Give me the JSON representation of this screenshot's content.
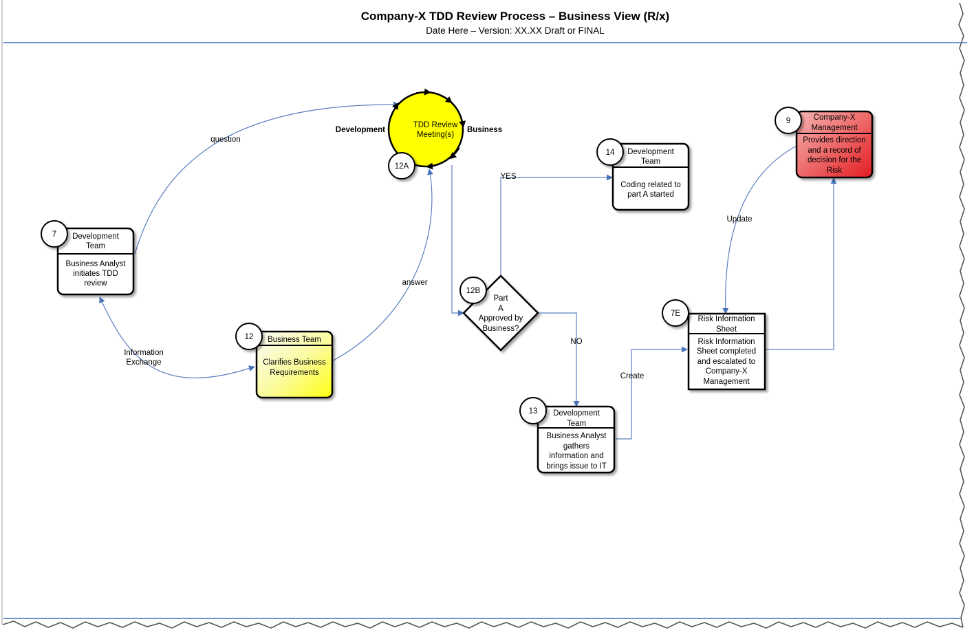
{
  "header": {
    "title": "Company-X TDD Review Process – Business View (R/x)",
    "subtitle": "Date Here – Version: XX.XX Draft or FINAL"
  },
  "meeting": {
    "number": "12A",
    "label": [
      "TDD Review",
      "Meeting(s)"
    ],
    "left_label": "Development",
    "right_label": "Business",
    "color": "#ffff00"
  },
  "nodes": {
    "n7": {
      "number": "7",
      "header": [
        "Development",
        "Team"
      ],
      "body": [
        "Business Analyst",
        "initiates TDD",
        "review"
      ]
    },
    "n12": {
      "number": "12",
      "header": [
        "Business Team"
      ],
      "body": [
        "Clarifies Business",
        "Requirements"
      ],
      "color": "#ffff44"
    },
    "n14": {
      "number": "14",
      "header": [
        "Development",
        "Team"
      ],
      "body": [
        "Coding related to",
        "part A started"
      ]
    },
    "n13": {
      "number": "13",
      "header": [
        "Development",
        "Team"
      ],
      "body": [
        "Business Analyst",
        "gathers",
        "information and",
        "brings issue to IT"
      ]
    },
    "n7E": {
      "number": "7E",
      "header": [
        "Risk Information",
        "Sheet"
      ],
      "body": [
        "Risk Information",
        "Sheet completed",
        "and escalated to",
        "Company-X",
        "Management"
      ]
    },
    "n9": {
      "number": "9",
      "header": [
        "Company-X",
        "Management"
      ],
      "body": [
        "Provides direction",
        "and a record of",
        "decision for the",
        "Risk"
      ],
      "color": "#e8262b"
    }
  },
  "decision": {
    "number": "12B",
    "label": [
      "Part",
      "A",
      "Approved by",
      "Business?"
    ]
  },
  "edges": {
    "question": "question",
    "answer": "answer",
    "info_exchange": [
      "Information",
      "Exchange"
    ],
    "yes": "YES",
    "no": "NO",
    "create": "Create",
    "update": "Update"
  },
  "colors": {
    "line": "#4472c4",
    "edge": "#5b7fc0"
  }
}
